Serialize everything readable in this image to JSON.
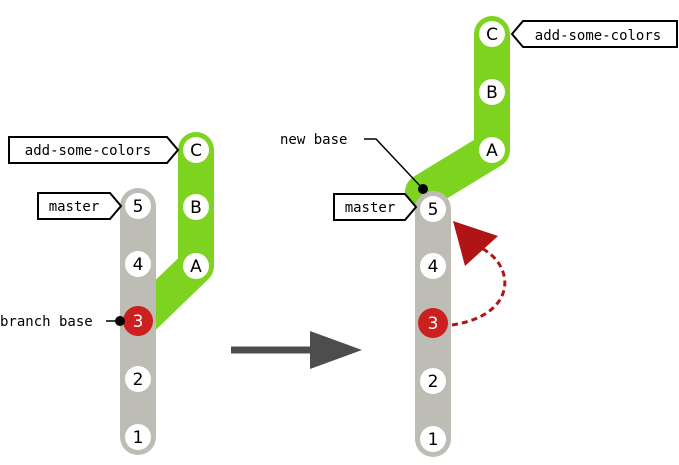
{
  "colors": {
    "trunk": "#bdbdb6",
    "branch": "#7ed321",
    "node_fill": "#ffffff",
    "highlight": "#cc1f1f",
    "dot": "#000000",
    "arrow": "#4d4d4d",
    "rebase_arrow": "#b01414"
  },
  "before": {
    "branch_label": "add-some-colors",
    "master_label": "master",
    "branch_base_label": "branch base",
    "trunk_commits": [
      "1",
      "2",
      "3",
      "4",
      "5"
    ],
    "branch_commits": [
      "A",
      "B",
      "C"
    ]
  },
  "after": {
    "branch_label": "add-some-colors",
    "master_label": "master",
    "new_base_label": "new base",
    "trunk_commits": [
      "1",
      "2",
      "3",
      "4",
      "5"
    ],
    "branch_commits": [
      "A",
      "B",
      "C"
    ]
  }
}
